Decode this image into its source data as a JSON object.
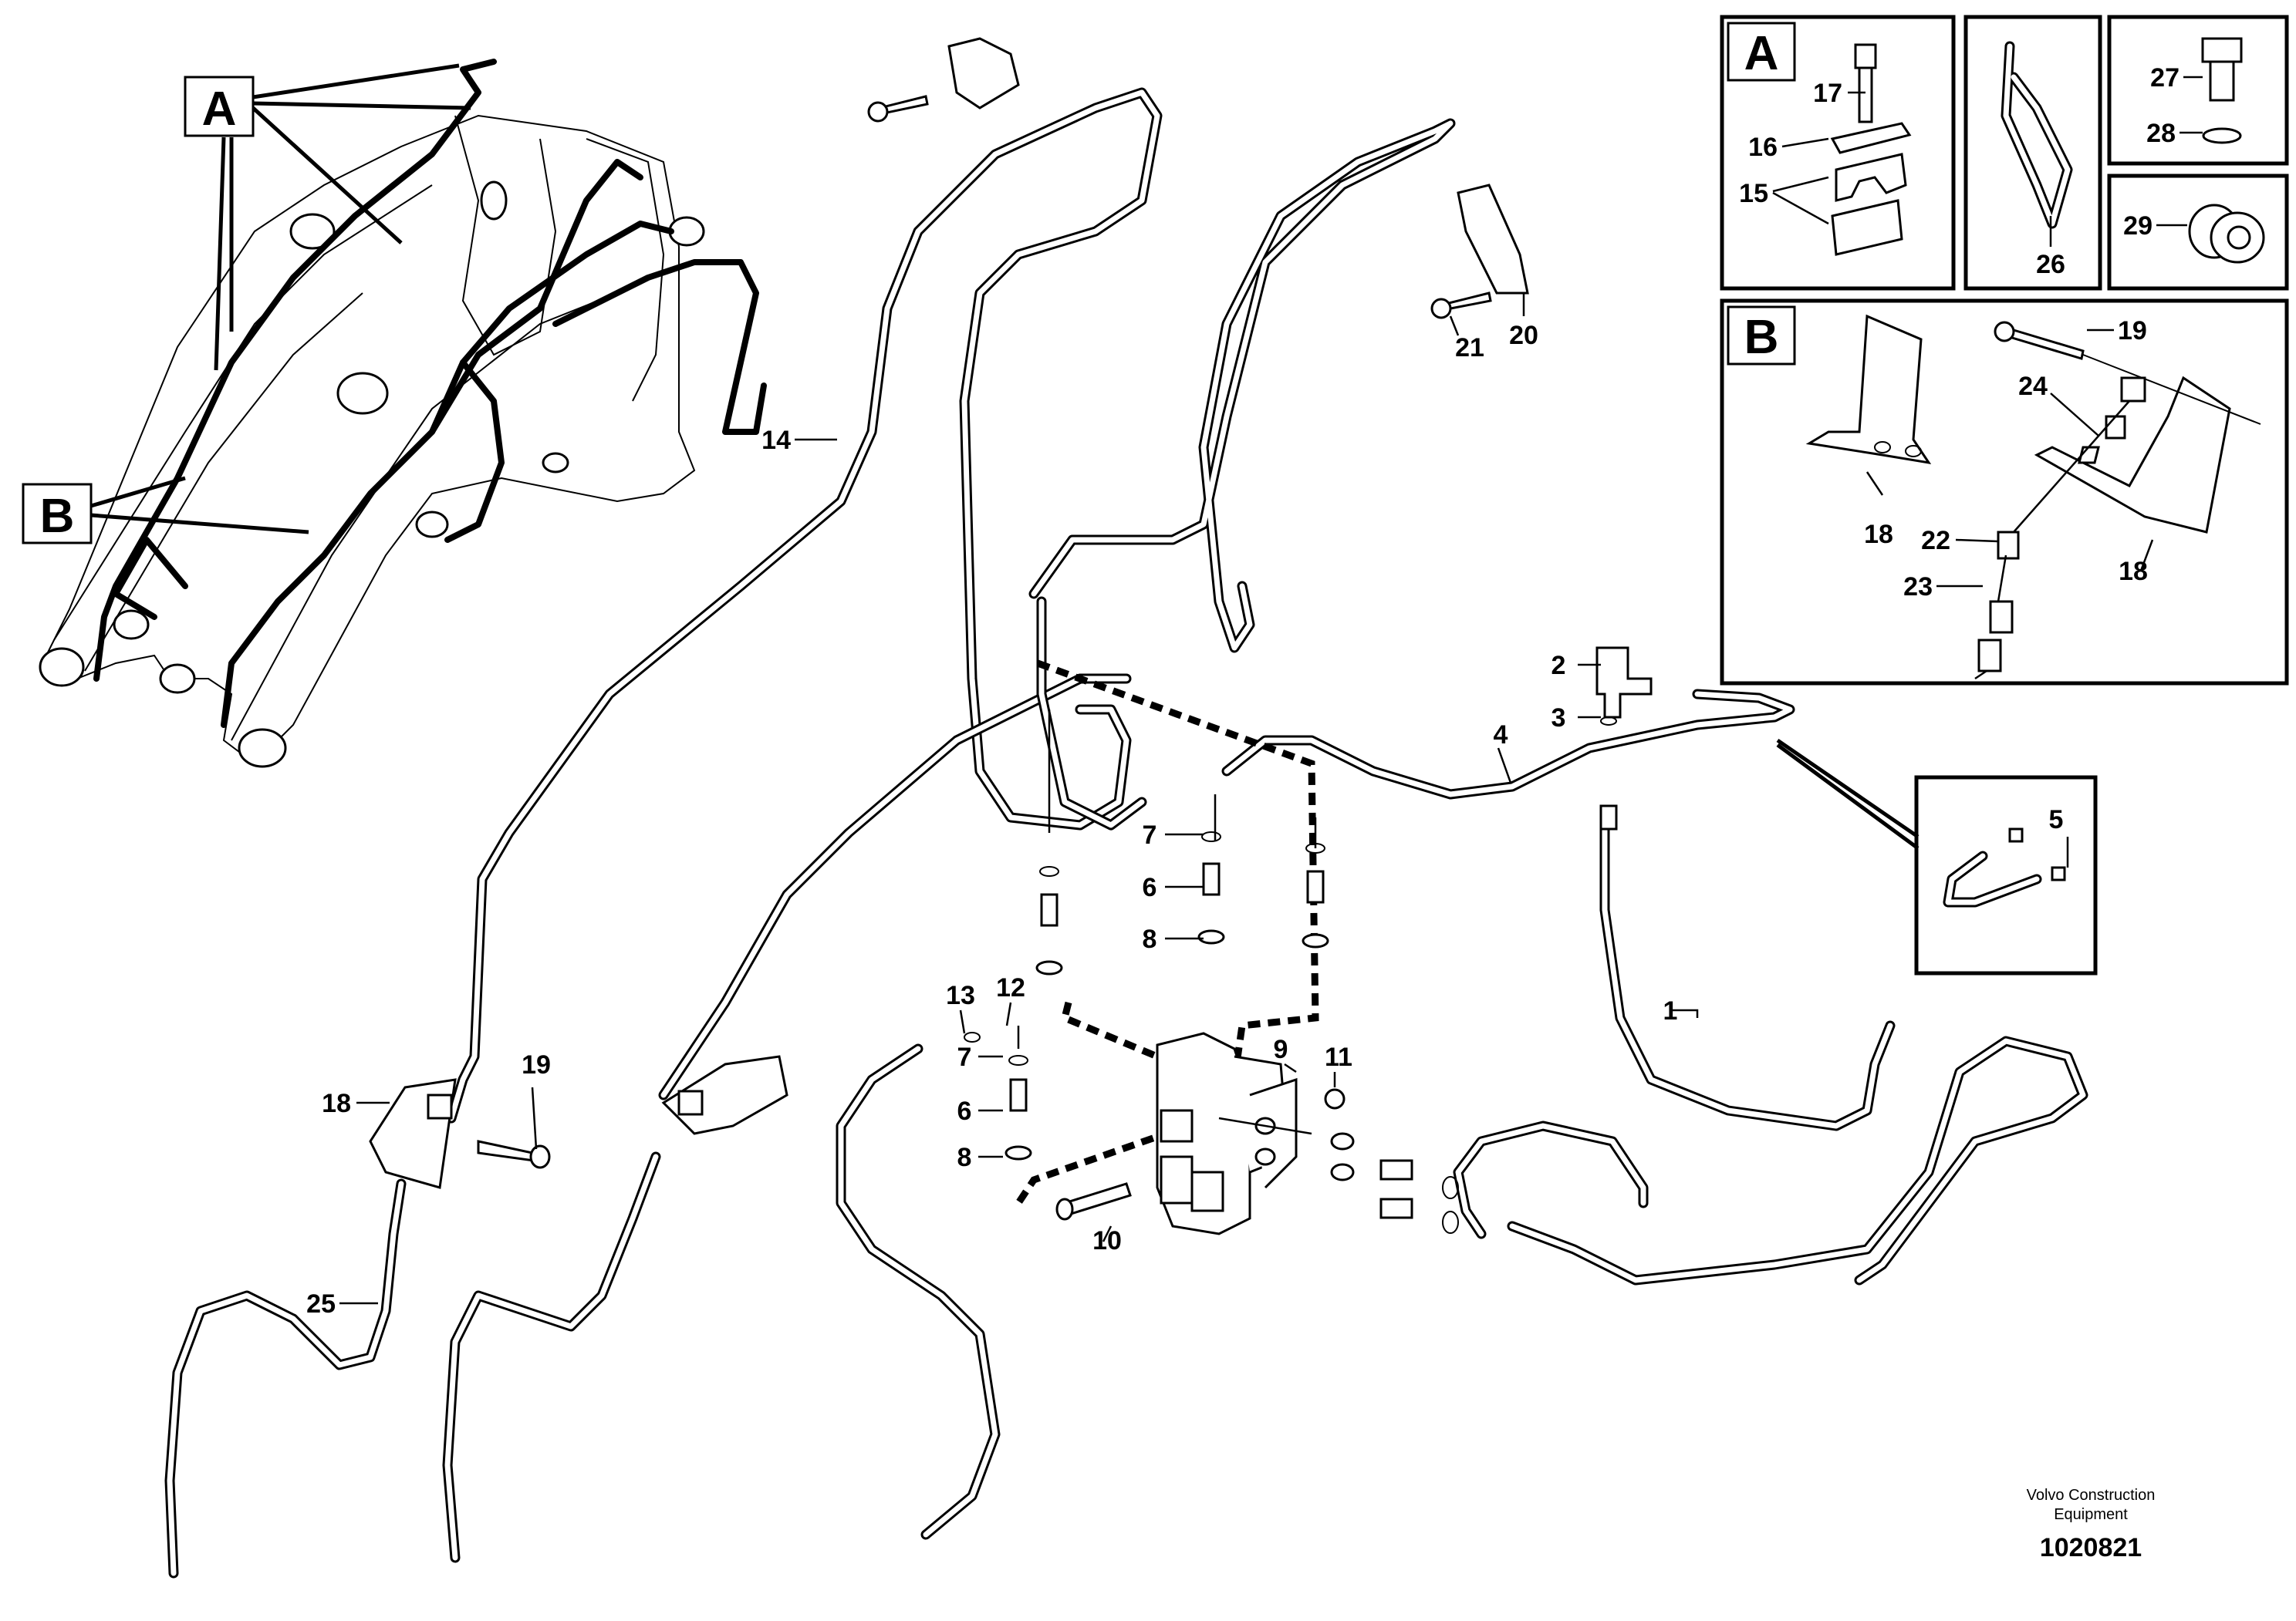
{
  "detail_labels": {
    "a": "A",
    "b": "B"
  },
  "callouts": {
    "c1": "1",
    "c2": "2",
    "c3": "3",
    "c4": "4",
    "c5": "5",
    "c6a": "6",
    "c6b": "6",
    "c7a": "7",
    "c7b": "7",
    "c8a": "8",
    "c8b": "8",
    "c9": "9",
    "c10": "10",
    "c11": "11",
    "c12": "12",
    "c13": "13",
    "c14": "14",
    "c15": "15",
    "c16": "16",
    "c17": "17",
    "c18a": "18",
    "c18b": "18",
    "c18c": "18",
    "c19a": "19",
    "c19b": "19",
    "c20": "20",
    "c21": "21",
    "c22": "22",
    "c23": "23",
    "c24": "24",
    "c25": "25",
    "c26": "26",
    "c27": "27",
    "c28": "28",
    "c29": "29"
  },
  "footer": {
    "maker_line1": "Volvo Construction",
    "maker_line2": "Equipment",
    "drawing_number": "1020821"
  }
}
